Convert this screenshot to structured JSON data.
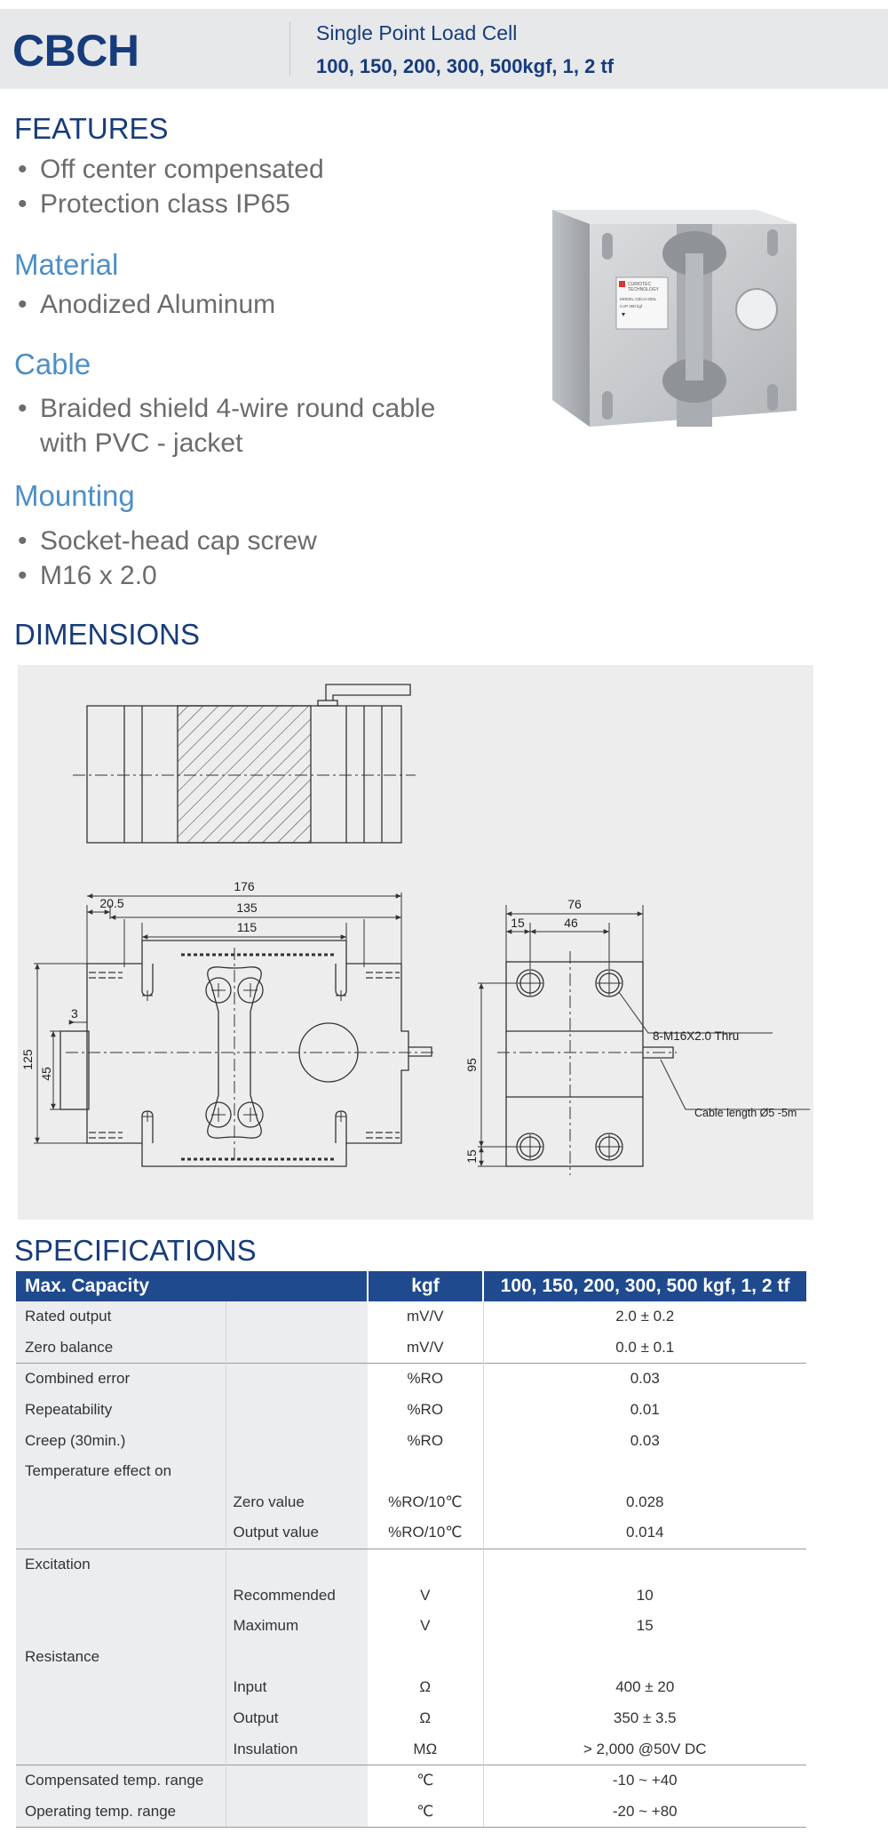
{
  "header": {
    "model": "CBCH",
    "subtitle": "Single Point Load Cell",
    "range": "100, 150, 200, 300, 500kgf, 1, 2 tf"
  },
  "features": {
    "title": "FEATURES",
    "items": [
      "Off center compensated",
      "Protection class IP65"
    ]
  },
  "material": {
    "title": "Material",
    "items": [
      "Anodized Aluminum"
    ]
  },
  "cable": {
    "title": "Cable",
    "items": [
      "Braided shield 4-wire round cable with PVC - jacket"
    ]
  },
  "mounting": {
    "title": "Mounting",
    "items": [
      "Socket-head cap screw",
      "M16 x 2.0"
    ]
  },
  "photo": {
    "logo_lines": [
      "CURIOTEC",
      "TECHNOLOGY"
    ],
    "label_lines": [
      "MODEL CBCH-300L",
      "CAP 300 kgf"
    ]
  },
  "dimensions": {
    "title": "DIMENSIONS",
    "labels": {
      "w176": "176",
      "w20_5": "20.5",
      "w135": "135",
      "w115": "115",
      "h125": "125",
      "h45": "45",
      "d3": "3",
      "w76": "76",
      "w15": "15",
      "w46": "46",
      "h95": "95",
      "h15": "15",
      "thread": "8-M16X2.0 Thru",
      "cable": "Cable length Ø5 -5m"
    }
  },
  "specifications": {
    "title": "SPECIFICATIONS",
    "header": [
      "Max. Capacity",
      "kgf",
      "100, 150, 200, 300, 500 kgf, 1, 2 tf"
    ],
    "rows": [
      {
        "label": "Rated output",
        "sub": "",
        "unit": "mV/V",
        "value": "2.0 ± 0.2",
        "sep": false
      },
      {
        "label": "Zero balance",
        "sub": "",
        "unit": "mV/V",
        "value": "0.0 ± 0.1",
        "sep": false
      },
      {
        "label": "Combined error",
        "sub": "",
        "unit": "%RO",
        "value": "0.03",
        "sep": true
      },
      {
        "label": "Repeatability",
        "sub": "",
        "unit": "%RO",
        "value": "0.01",
        "sep": false
      },
      {
        "label": "Creep (30min.)",
        "sub": "",
        "unit": "%RO",
        "value": "0.03",
        "sep": false
      },
      {
        "label": "Temperature effect on",
        "sub": "",
        "unit": "",
        "value": "",
        "sep": false
      },
      {
        "label": "",
        "sub": "Zero value",
        "unit": "%RO/10℃",
        "value": "0.028",
        "sep": false
      },
      {
        "label": "",
        "sub": "Output  value",
        "unit": "%RO/10℃",
        "value": "0.014",
        "sep": false
      },
      {
        "label": "Excitation",
        "sub": "",
        "unit": "",
        "value": "",
        "sep": true
      },
      {
        "label": "",
        "sub": "Recommended",
        "unit": "V",
        "value": "10",
        "sep": false
      },
      {
        "label": "",
        "sub": "Maximum",
        "unit": "V",
        "value": "15",
        "sep": false
      },
      {
        "label": "Resistance",
        "sub": "",
        "unit": "",
        "value": "",
        "sep": false
      },
      {
        "label": "",
        "sub": "Input",
        "unit": "Ω",
        "value": "400 ± 20",
        "sep": false
      },
      {
        "label": "",
        "sub": "Output",
        "unit": "Ω",
        "value": "350 ± 3.5",
        "sep": false
      },
      {
        "label": "",
        "sub": "Insulation",
        "unit": "MΩ",
        "value": "> 2,000 @50V DC",
        "sep": false
      },
      {
        "label": "Compensated temp. range",
        "sub": "",
        "unit": "℃",
        "value": "-10 ~ +40",
        "sep": true
      },
      {
        "label": "Operating temp. range",
        "sub": "",
        "unit": "℃",
        "value": "-20 ~ +80",
        "sep": false
      }
    ]
  }
}
